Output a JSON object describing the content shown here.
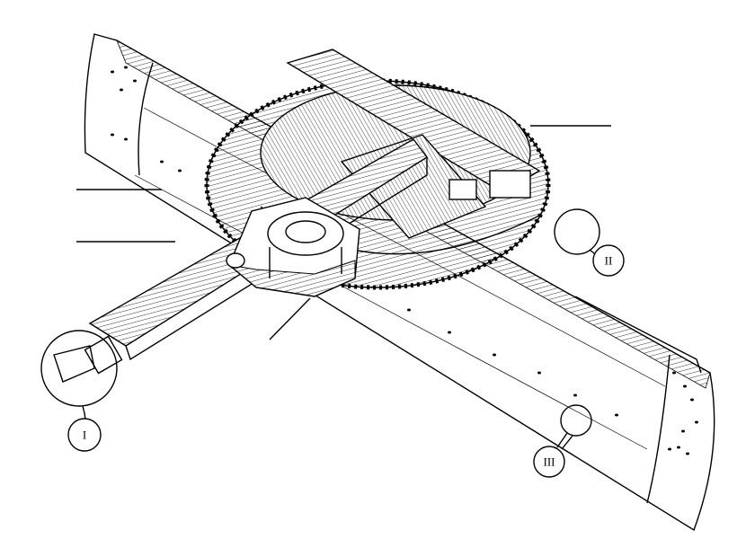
{
  "drawing": {
    "callouts": [
      {
        "id": "callout-1",
        "label": "I"
      },
      {
        "id": "callout-2",
        "label": "II"
      },
      {
        "id": "callout-3",
        "label": "III"
      }
    ],
    "colors": {
      "line": "#000000",
      "background": "#ffffff"
    }
  }
}
